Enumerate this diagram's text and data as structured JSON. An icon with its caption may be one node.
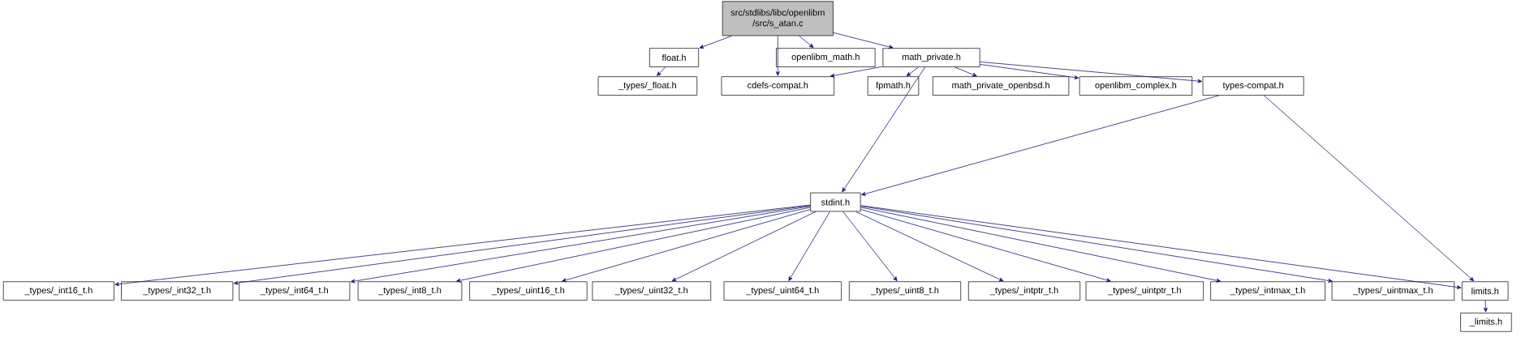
{
  "diagram": {
    "nodes": [
      {
        "text": [
          "src/stdlibs/libc/openlibm /src/s_atan.c"
        ]
      },
      {
        "text": [
          "float.h"
        ]
      },
      {
        "text": [
          "openlibm_math.h"
        ]
      },
      {
        "text": [
          "math_private.h"
        ]
      },
      {
        "text": [
          "_types/_float.h"
        ]
      },
      {
        "text": [
          "cdefs-compat.h"
        ]
      },
      {
        "text": [
          "fpmath.h"
        ]
      },
      {
        "text": [
          "math_private_openbsd.h"
        ]
      },
      {
        "text": [
          "openlibm_complex.h"
        ]
      },
      {
        "text": [
          "types-compat.h"
        ]
      },
      {
        "text": [
          "stdint.h"
        ]
      },
      {
        "text": [
          "_types/_int16_t.h"
        ]
      },
      {
        "text": [
          "_types/_int32_t.h"
        ]
      },
      {
        "text": [
          "_types/_int64_t.h"
        ]
      },
      {
        "text": [
          "_types/_int8_t.h"
        ]
      },
      {
        "text": [
          "_types/_uint16_t.h"
        ]
      },
      {
        "text": [
          "_types/_uint32_t.h"
        ]
      },
      {
        "text": [
          "_types/_uint64_t.h"
        ]
      },
      {
        "text": [
          "_types/_uint8_t.h"
        ]
      },
      {
        "text": [
          "_types/_intptr_t.h"
        ]
      },
      {
        "text": [
          "_types/_uintptr_t.h"
        ]
      },
      {
        "text": [
          "_types/_intmax_t.h"
        ]
      },
      {
        "text": [
          "_types/_uintmax_t.h"
        ]
      },
      {
        "text": [
          "limits.h"
        ]
      },
      {
        "text": [
          "_limits.h"
        ]
      }
    ],
    "edges": [
      {
        "from": 0,
        "to": 1,
        "arrow": "to"
      },
      {
        "from": 0,
        "to": 5,
        "arrow": "to"
      },
      {
        "from": 0,
        "to": 2,
        "arrow": "to"
      },
      {
        "from": 0,
        "to": 3,
        "arrow": "to"
      },
      {
        "from": 1,
        "to": 4,
        "arrow": "to"
      },
      {
        "from": 3,
        "to": 5,
        "arrow": "to"
      },
      {
        "from": 3,
        "to": 10,
        "arrow": "to"
      },
      {
        "from": 3,
        "to": 6,
        "arrow": "to"
      },
      {
        "from": 3,
        "to": 7,
        "arrow": "to"
      },
      {
        "from": 3,
        "to": 8,
        "arrow": "to"
      },
      {
        "from": 3,
        "to": 9,
        "arrow": "to"
      },
      {
        "from": 9,
        "to": 10,
        "arrow": "to"
      },
      {
        "from": 9,
        "to": 23,
        "arrow": "to"
      },
      {
        "from": 10,
        "to": 11,
        "arrow": "to"
      },
      {
        "from": 10,
        "to": 12,
        "arrow": "to"
      },
      {
        "from": 10,
        "to": 13,
        "arrow": "to"
      },
      {
        "from": 10,
        "to": 14,
        "arrow": "to"
      },
      {
        "from": 10,
        "to": 15,
        "arrow": "to"
      },
      {
        "from": 10,
        "to": 16,
        "arrow": "to"
      },
      {
        "from": 10,
        "to": 17,
        "arrow": "to"
      },
      {
        "from": 10,
        "to": 18,
        "arrow": "to"
      },
      {
        "from": 10,
        "to": 19,
        "arrow": "to"
      },
      {
        "from": 10,
        "to": 20,
        "arrow": "to"
      },
      {
        "from": 10,
        "to": 21,
        "arrow": "to"
      },
      {
        "from": 10,
        "to": 22,
        "arrow": "to"
      },
      {
        "from": 10,
        "to": 23,
        "arrow": "to"
      },
      {
        "from": 23,
        "to": 24,
        "arrow": "to"
      }
    ]
  }
}
